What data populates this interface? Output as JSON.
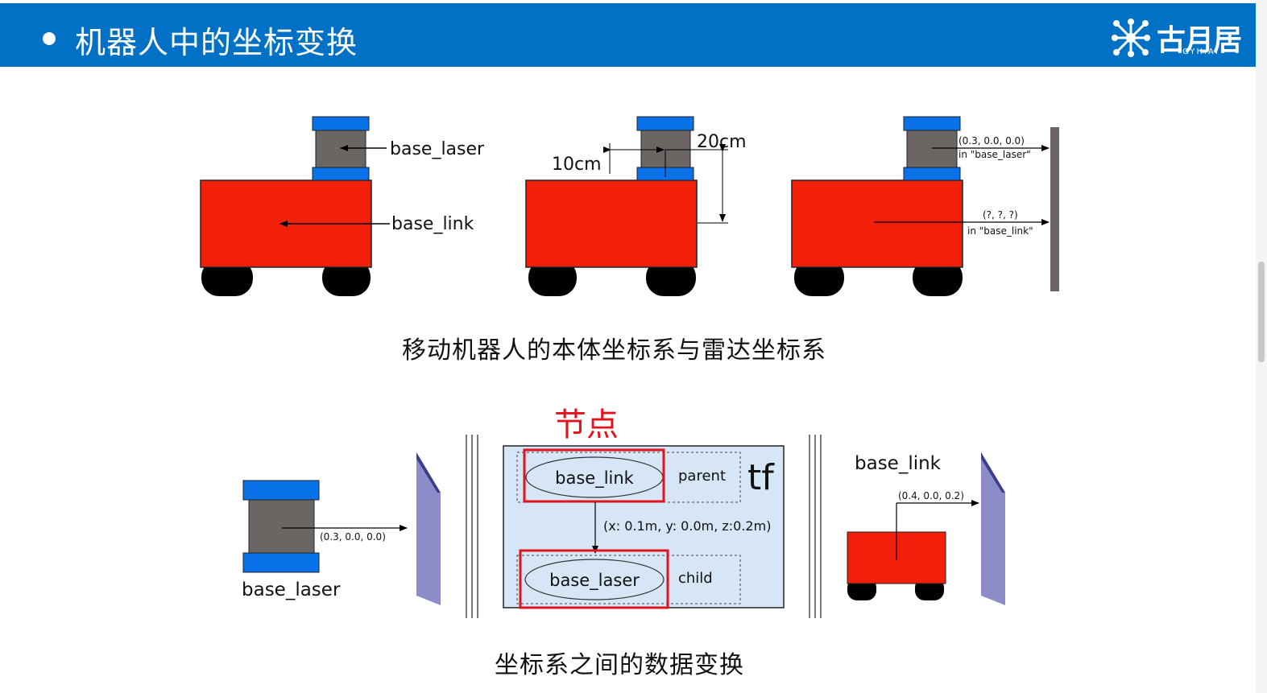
{
  "header": {
    "title": "机器人中的坐标变换",
    "logo_text": "古月居",
    "logo_sub": "GYH.AI"
  },
  "diagram_top": {
    "robot1": {
      "laser_label": "base_laser",
      "link_label": "base_link"
    },
    "robot2": {
      "horizontal_offset": "10cm",
      "vertical_offset": "20cm"
    },
    "robot3": {
      "laser_point": "(0.3, 0.0, 0.0)",
      "laser_frame": "in \"base_laser\"",
      "link_point": "(?, ?, ?)",
      "link_frame": "in \"base_link\""
    },
    "caption": "移动机器人的本体坐标系与雷达坐标系"
  },
  "diagram_bottom": {
    "node_annotation": "节点",
    "left": {
      "point": "(0.3, 0.0, 0.0)",
      "label": "base_laser"
    },
    "tf": {
      "title": "tf",
      "parent_frame": "base_link",
      "parent_role": "parent",
      "transform": "(x: 0.1m, y: 0.0m, z:0.2m)",
      "child_frame": "base_laser",
      "child_role": "child"
    },
    "right": {
      "label": "base_link",
      "point": "(0.4, 0.0, 0.2)"
    },
    "caption": "坐标系之间的数据变换"
  },
  "colors": {
    "header_blue": "#0071c5",
    "robot_red": "#f2200a",
    "sensor_blue": "#0a72e8",
    "sensor_gray": "#6b6564",
    "highlight_red": "#e0141c",
    "tf_panel": "#d6e6f6",
    "wall_purple": "#8c8cc8"
  }
}
